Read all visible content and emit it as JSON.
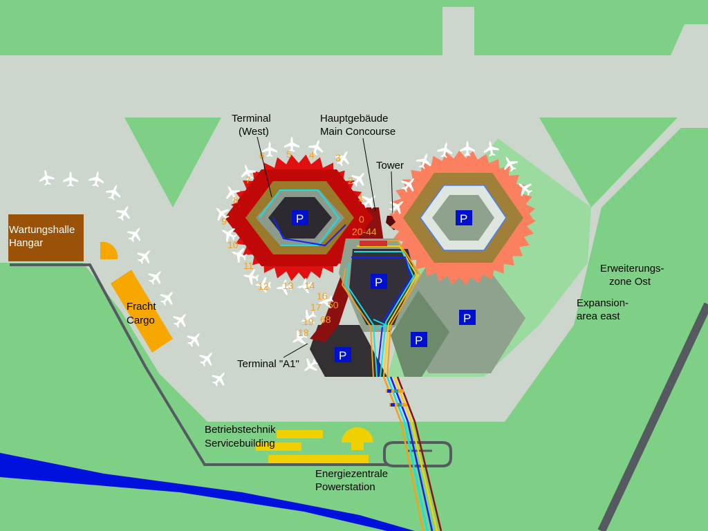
{
  "labels": {
    "terminal_west_1": "Terminal",
    "terminal_west_2": "(West)",
    "main_concourse_1": "Hauptgebäude",
    "main_concourse_2": "Main Concourse",
    "tower": "Tower",
    "hangar_1": "Wartungshalle",
    "hangar_2": "Hangar",
    "cargo_1": "Fracht",
    "cargo_2": "Cargo",
    "terminal_a1": "Terminal \"A1\"",
    "service_1": "Betriebstechnik",
    "service_2": "Servicebuilding",
    "power_1": "Energiezentrale",
    "power_2": "Powerstation",
    "expansion_de_1": "Erweiterungs-",
    "expansion_de_2": "zone Ost",
    "expansion_en_1": "Expansion-",
    "expansion_en_2": "area east"
  },
  "gates": {
    "g0": "0",
    "g1": "1",
    "g2": "2",
    "g3": "3",
    "g4": "4",
    "g5": "5",
    "g6": "6",
    "g7": "7",
    "g8": "8",
    "g9": "9",
    "g10": "10",
    "g11": "11",
    "g12": "12",
    "g13": "13",
    "g14": "14",
    "g16": "16",
    "g17": "17",
    "g18": "18",
    "g19": "19",
    "g20_44": "20-44",
    "g50": "50",
    "g68": "68"
  },
  "parking_symbol": "P",
  "colors": {
    "grass": "#7dd085",
    "apron": "#ccd6cc",
    "terminal_west": "#e01010",
    "terminal_east": "#fa8060",
    "terminal_east_ring": "#a08038",
    "hangar": "#9a5208",
    "cargo": "#f7a800",
    "service": "#f0d000",
    "river": "#0010dd",
    "parking_badge": "#0010cc",
    "gate_numbers": "#f5a01a"
  }
}
